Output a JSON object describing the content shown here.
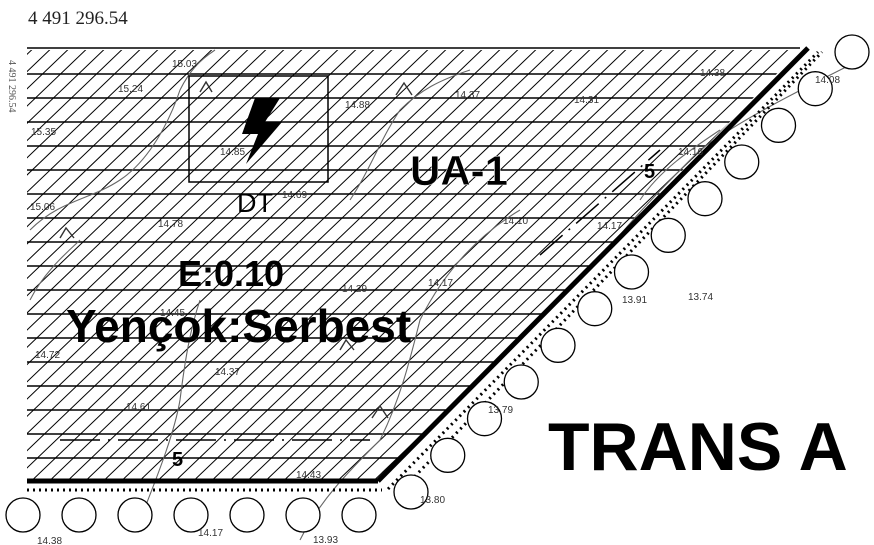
{
  "map": {
    "coordinate_top": "4 491 296.54",
    "coordinate_side": "4 491 296.54",
    "zone_code": "UA-1",
    "density_label": "E:0.10",
    "height_label": "Yençok:Serbest",
    "transformer_label": "DT",
    "setback_right": "5",
    "setback_bottom": "5",
    "area_label": "TRANS A",
    "icons": [
      "transformer-lightning-icon",
      "triangle-survey-marker",
      "tree-circle-marker"
    ],
    "colors": {
      "ink": "#000000",
      "paper": "#ffffff",
      "contour": "#666666",
      "elevation_text": "#333333"
    },
    "elevations": {
      "e1": "15.03",
      "e2": "15.24",
      "e3": "14.88",
      "e4": "14.37",
      "e5": "14.31",
      "e6": "14.38",
      "e7": "14.08",
      "e8": "15.35",
      "e9": "14.85",
      "e10": "14.16",
      "e11": "15.06",
      "e12": "14.69",
      "e13": "14.78",
      "e14": "14.10",
      "e15": "14.17",
      "e16": "14.29",
      "e17": "14.17",
      "e18": "13.91",
      "e19": "13.74",
      "e20": "14.45",
      "e21": "14.72",
      "e22": "14.37",
      "e23": "13.79",
      "e24": "14.61",
      "e25": "14.43",
      "e26": "13.80",
      "e27": "14.38",
      "e28": "14.17",
      "e29": "13.93"
    }
  }
}
